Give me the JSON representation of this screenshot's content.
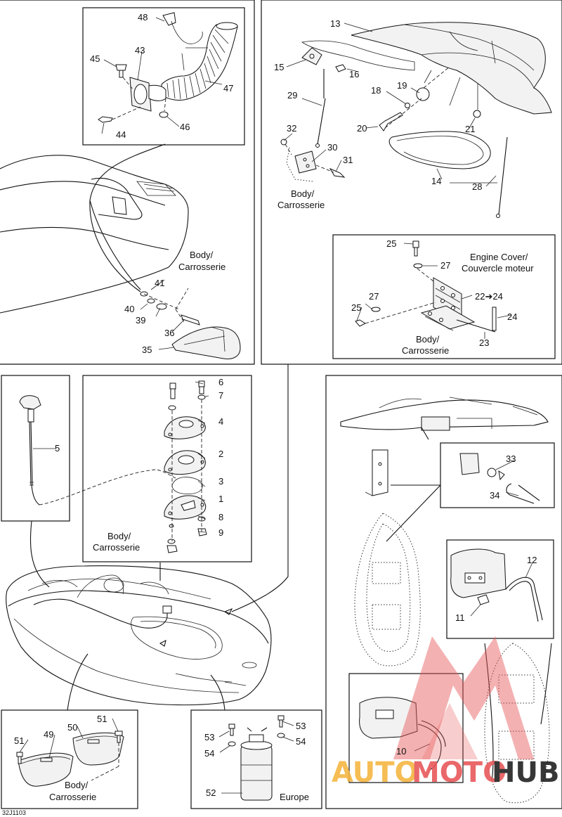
{
  "figure_code": "32J1103",
  "watermark": {
    "text_a": "AUTO",
    "text_b": "MOTO",
    "text_c": "HUB",
    "color_a": "#f4b642",
    "color_b": "#e8585a",
    "color_c": "#222222"
  },
  "labels": {
    "body_fr_1": "Body/",
    "body_fr_1b": "Carrosserie",
    "body_fr_2": "Body/",
    "body_fr_2b": "Carrosserie",
    "body_fr_3": "Body/",
    "body_fr_3b": "Carrosserie",
    "body_fr_4": "Body/",
    "body_fr_4b": "Carrosserie",
    "body_fr_5": "Body/",
    "body_fr_5b": "Carrosserie",
    "engine_cover": "Engine Cover/",
    "engine_cover_fr": "Couvercle moteur",
    "range_22_24": "22➔24",
    "europe": "Europe"
  },
  "part_numbers": {
    "p1": "1",
    "p2": "2",
    "p3": "3",
    "p4": "4",
    "p5": "5",
    "p6": "6",
    "p7": "7",
    "p8": "8",
    "p9": "9",
    "p10": "10",
    "p11": "11",
    "p12": "12",
    "p13": "13",
    "p14": "14",
    "p15": "15",
    "p16": "16",
    "p17": "",
    "p18": "18",
    "p19": "19",
    "p20": "20",
    "p21": "21",
    "p23": "23",
    "p24": "24",
    "p25a": "25",
    "p25b": "25",
    "p27a": "27",
    "p27b": "27",
    "p28": "28",
    "p29": "29",
    "p30": "30",
    "p31": "31",
    "p32": "32",
    "p33": "33",
    "p34": "34",
    "p35": "35",
    "p36": "36",
    "p39": "39",
    "p40": "40",
    "p41": "41",
    "p43": "43",
    "p44": "44",
    "p45": "45",
    "p46": "46",
    "p47": "47",
    "p48": "48",
    "p49": "49",
    "p50": "50",
    "p51a": "51",
    "p51b": "51",
    "p52": "52",
    "p53a": "53",
    "p53b": "53",
    "p54a": "54",
    "p54b": "54"
  }
}
